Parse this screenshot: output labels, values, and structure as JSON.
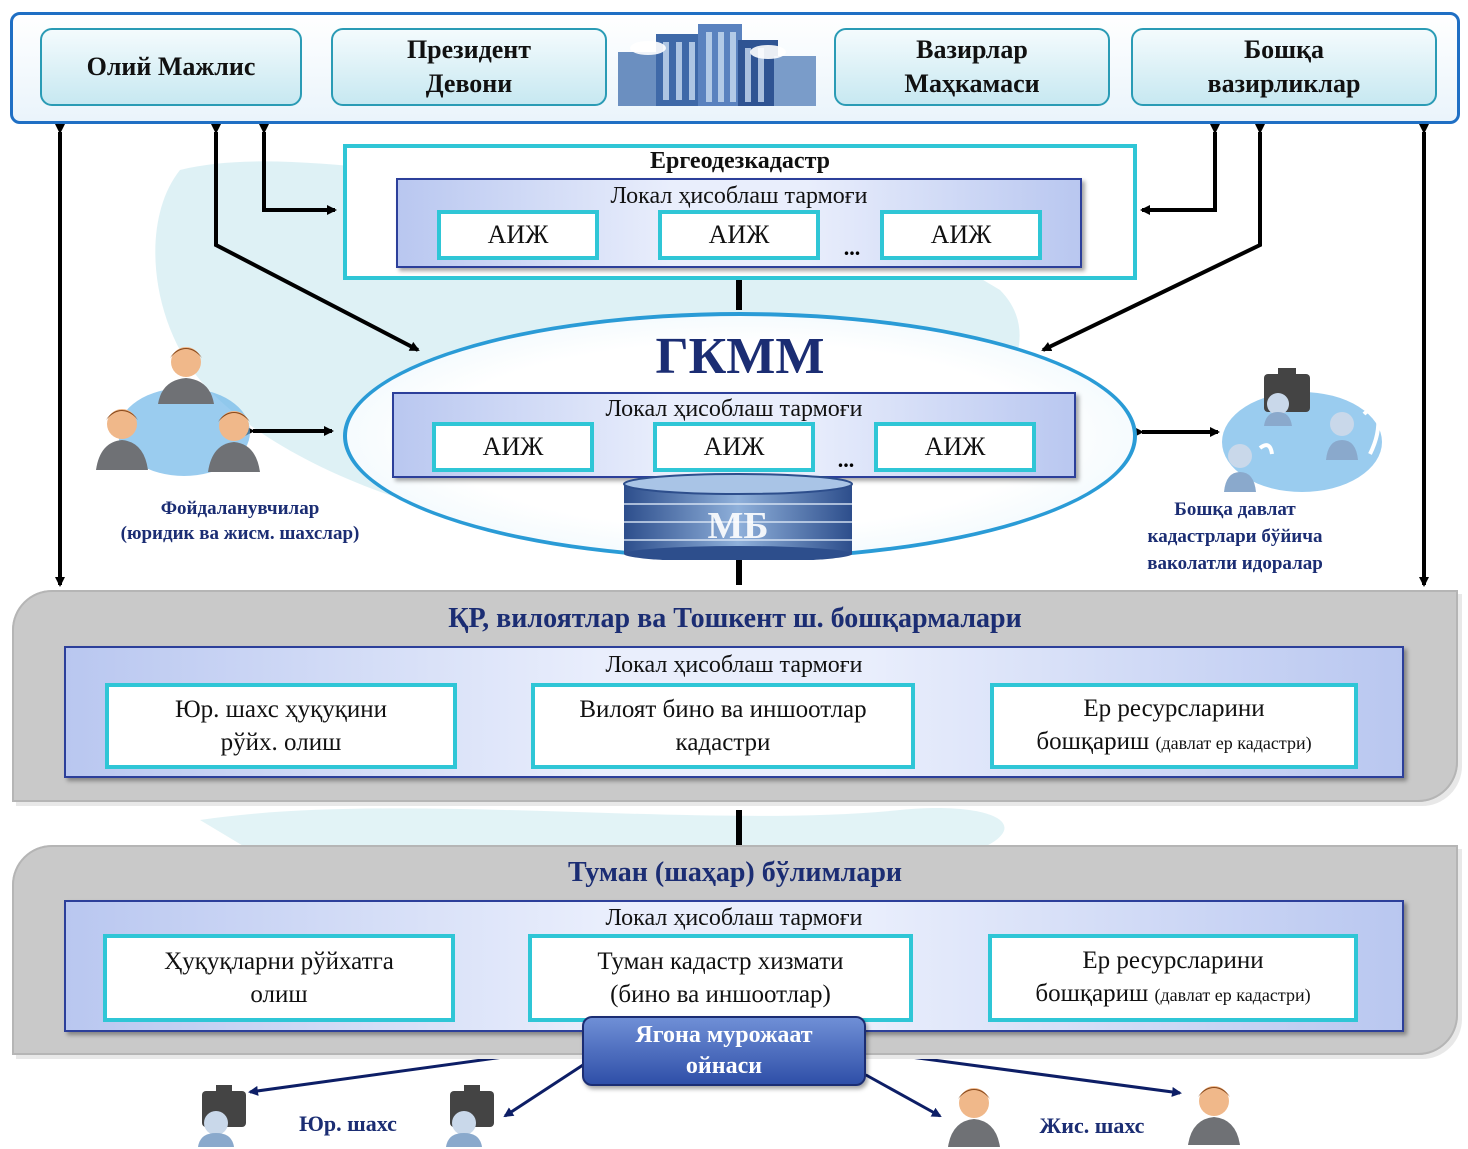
{
  "top": {
    "oliy": "Олий Мажлис",
    "president_l1": "Президент",
    "president_l2": "Девони",
    "vazirlar_l1": "Вазирлар",
    "vazirlar_l2": "Маҳкамаси",
    "boshqa_l1": "Бошқа",
    "boshqa_l2": "вазирликлар"
  },
  "ergeo": {
    "title": "Ергеодезкадастр",
    "lan": "Локал ҳисоблаш тармоғи",
    "nodes": [
      "АИЖ",
      "АИЖ",
      "АИЖ"
    ],
    "ellipsis": "..."
  },
  "gkmm": {
    "title": "ГКММ",
    "lan": "Локал ҳисоблаш тармоғи",
    "nodes": [
      "АИЖ",
      "АИЖ",
      "АИЖ"
    ],
    "ellipsis": "...",
    "db": "МБ"
  },
  "users": {
    "l1": "Фойдаланувчилар",
    "l2": "(юридик ва жисм. шахслар)"
  },
  "other_cadastre": {
    "l1": "Бошқа давлат",
    "l2": "кадастрлари бўйича",
    "l3": "ваколатли идоралар"
  },
  "regional": {
    "title": "ҚР, вилоятлар ва Тошкент ш. бошқармалари",
    "lan": "Локал ҳисоблаш тармоғи",
    "box1_l1": "Юр. шахс ҳуқуқини",
    "box1_l2": "рўйх. олиш",
    "box2_l1": "Вилоят бино ва иншоотлар",
    "box2_l2": "кадастри",
    "box3_l1": "Ер ресурсларини",
    "box3_l2a": "бошқариш",
    "box3_l2b": "(давлат ер кадастри)"
  },
  "district": {
    "title": "Туман (шаҳар) бўлимлари",
    "lan": "Локал ҳисоблаш тармоғи",
    "box1_l1": "Ҳуқуқларни рўйхатга",
    "box1_l2": "олиш",
    "box2_l1": "Туман кадастр хизмати",
    "box2_l2": "(бино ва иншоотлар)",
    "box3_l1": "Ер ресурсларини",
    "box3_l2a": "бошқариш",
    "box3_l2b": "(давлат ер кадастри)"
  },
  "window": {
    "l1": "Ягона мурожаат",
    "l2": "ойнаси"
  },
  "legal_person": "Юр. шахс",
  "natural_person": "Жис. шахс"
}
